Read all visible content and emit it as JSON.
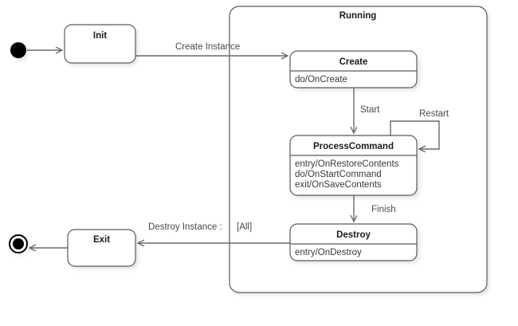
{
  "diagram": {
    "type": "uml-state-machine",
    "background_color": "#ffffff",
    "line_color": "#6a6a6a",
    "border_color": "#5a5a5a",
    "title_color": "#1a1a1a",
    "label_color": "#4a4a4a",
    "action_color": "#3a3a3a"
  },
  "nodes": {
    "start": {
      "name": "initial-state-node",
      "shape": "filled-circle"
    },
    "final": {
      "name": "final-state-node",
      "shape": "bullseye-circle"
    }
  },
  "states": {
    "init": {
      "title": "Init",
      "actions": []
    },
    "exit": {
      "title": "Exit",
      "actions": []
    },
    "running": {
      "title": "Running"
    },
    "create": {
      "title": "Create",
      "actions": [
        "do/OnCreate"
      ]
    },
    "process_command": {
      "title": "ProcessCommand",
      "actions": [
        "entry/OnRestoreContents",
        "do/OnStartCommand",
        "exit/OnSaveContents"
      ]
    },
    "destroy": {
      "title": "Destroy",
      "actions": [
        "entry/OnDestroy"
      ]
    }
  },
  "transitions": {
    "start_to_init": {
      "label": ""
    },
    "init_to_create": {
      "label": "Create Instance"
    },
    "create_to_process": {
      "label": "Start"
    },
    "process_self": {
      "label": "Restart"
    },
    "process_to_destroy": {
      "label": "Finish"
    },
    "destroy_to_exit": {
      "label": "Destroy Instance :"
    },
    "destroy_to_exit_guard": {
      "label": "[All]"
    },
    "exit_to_final": {
      "label": ""
    }
  }
}
